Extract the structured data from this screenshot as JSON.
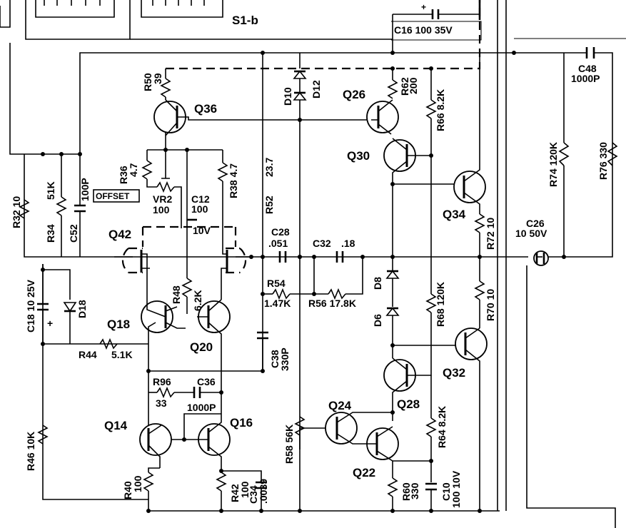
{
  "switch_label": "S1-b",
  "components": {
    "C16": "C16 100 35V",
    "C48": "C48",
    "C48v": "1000P",
    "R74": "R74 120K",
    "R76": "R76 330",
    "C26": "C26",
    "C26v": "10 50V",
    "R50": "R50",
    "R50v": "39",
    "Q36": "Q36",
    "D10": "D10",
    "D12": "D12",
    "Q26": "Q26",
    "R62": "R62",
    "R62v": "200",
    "R66": "R66 8.2K",
    "Q30": "Q30",
    "Q34": "Q34",
    "R72": "R72 10",
    "R36": "R36",
    "R36v": "4.7",
    "R38": "R38 4.7",
    "R52": "R52",
    "R52v": "23.7",
    "VR2": "VR2",
    "VR2v": "100",
    "OFFSET": "OFFSET",
    "C12": "C12",
    "C12v": "100",
    "C12v2": "10V",
    "R32": "R32 10",
    "R34": "R34",
    "R34v": "51K",
    "C52": "C52",
    "C52v": "100P",
    "Q42": "Q42",
    "C28": "C28",
    "C28v": ".051",
    "C32": "C32",
    "C32v": ".18",
    "D8": "D8",
    "R68": "R68 120K",
    "R70": "R70 10",
    "C18": "C18 10 25V",
    "D18": "D18",
    "R48": "R48",
    "R48v": "6.2K",
    "R54": "R54",
    "R54v": "1.47K",
    "R56": "R56 17.8K",
    "D6": "D6",
    "Q18": "Q18",
    "Q20": "Q20",
    "R44": "R44",
    "R44v": "5.1K",
    "C38": "C38",
    "C38v": "330P",
    "Q32": "Q32",
    "R96": "R96",
    "R96v": "33",
    "C36": "C36",
    "C36v": "1000P",
    "Q24": "Q24",
    "Q28": "Q28",
    "Q14": "Q14",
    "Q16": "Q16",
    "R58": "R58 56K",
    "R64": "R64 8.2K",
    "R46": "R46 10K",
    "R40": "R40",
    "R40v": "100",
    "R42": "R42",
    "R42v": "100",
    "C34": "C34",
    "C34v": ".0039",
    "Q22": "Q22",
    "R60": "R60",
    "R60v": "330",
    "C10": "C10",
    "C10v": "100 10V"
  }
}
